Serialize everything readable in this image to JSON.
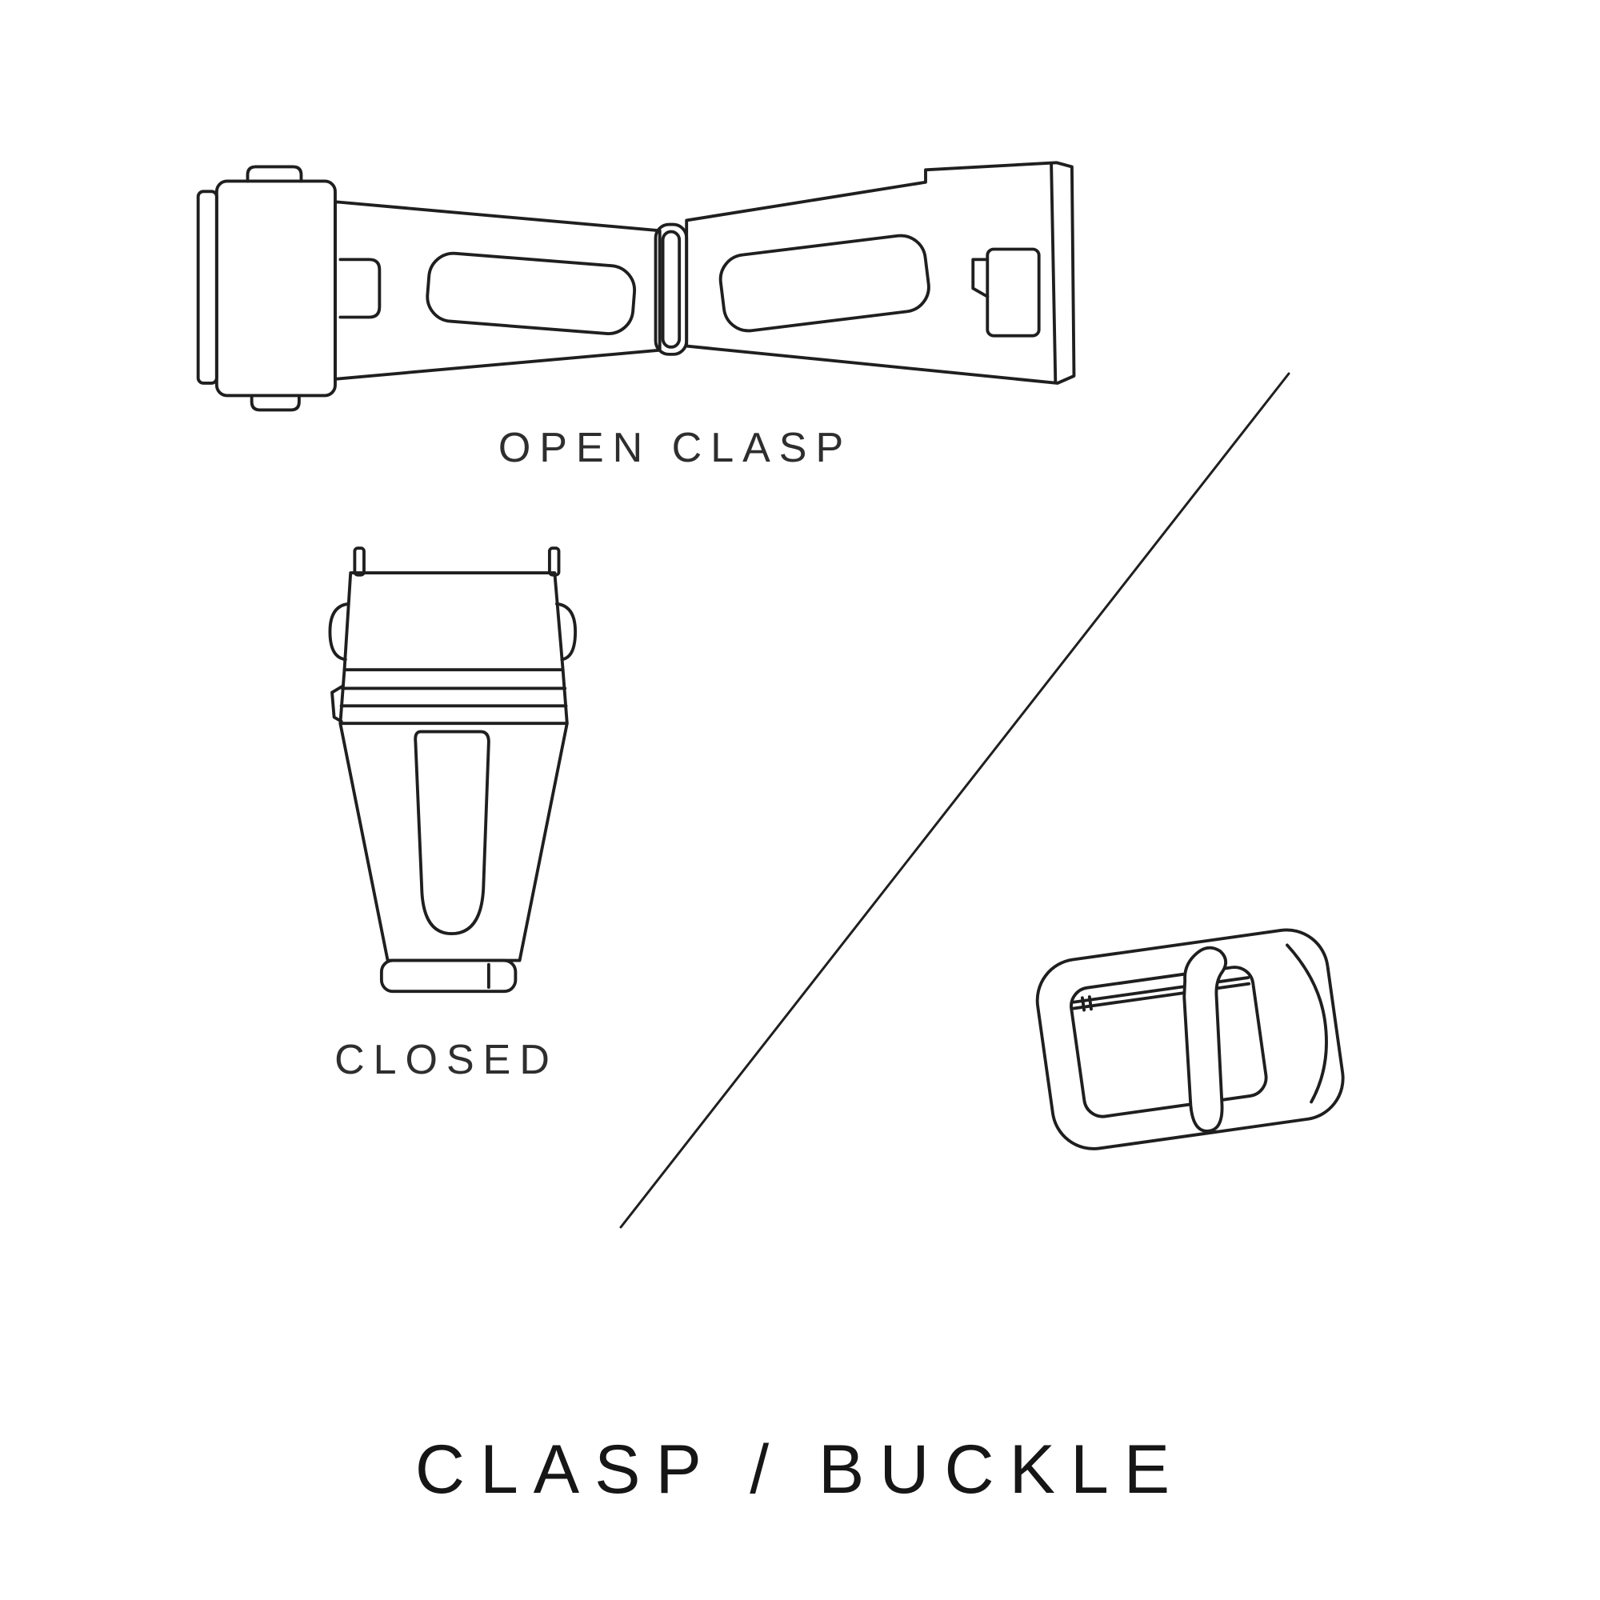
{
  "page": {
    "title": "CLASP / BUCKLE",
    "background_color": "#ffffff",
    "line_color": "#1f1f1f"
  },
  "labels": {
    "open_clasp": "OPEN CLASP",
    "closed": "CLOSED"
  },
  "illustrations": [
    {
      "id": "open-clasp-illustration",
      "depicts": "deployant clasp shown open"
    },
    {
      "id": "closed-clasp-illustration",
      "depicts": "clasp shown closed"
    },
    {
      "id": "tang-buckle-illustration",
      "depicts": "tang buckle"
    }
  ],
  "divider": {
    "id": "diagonal-divider-line"
  }
}
